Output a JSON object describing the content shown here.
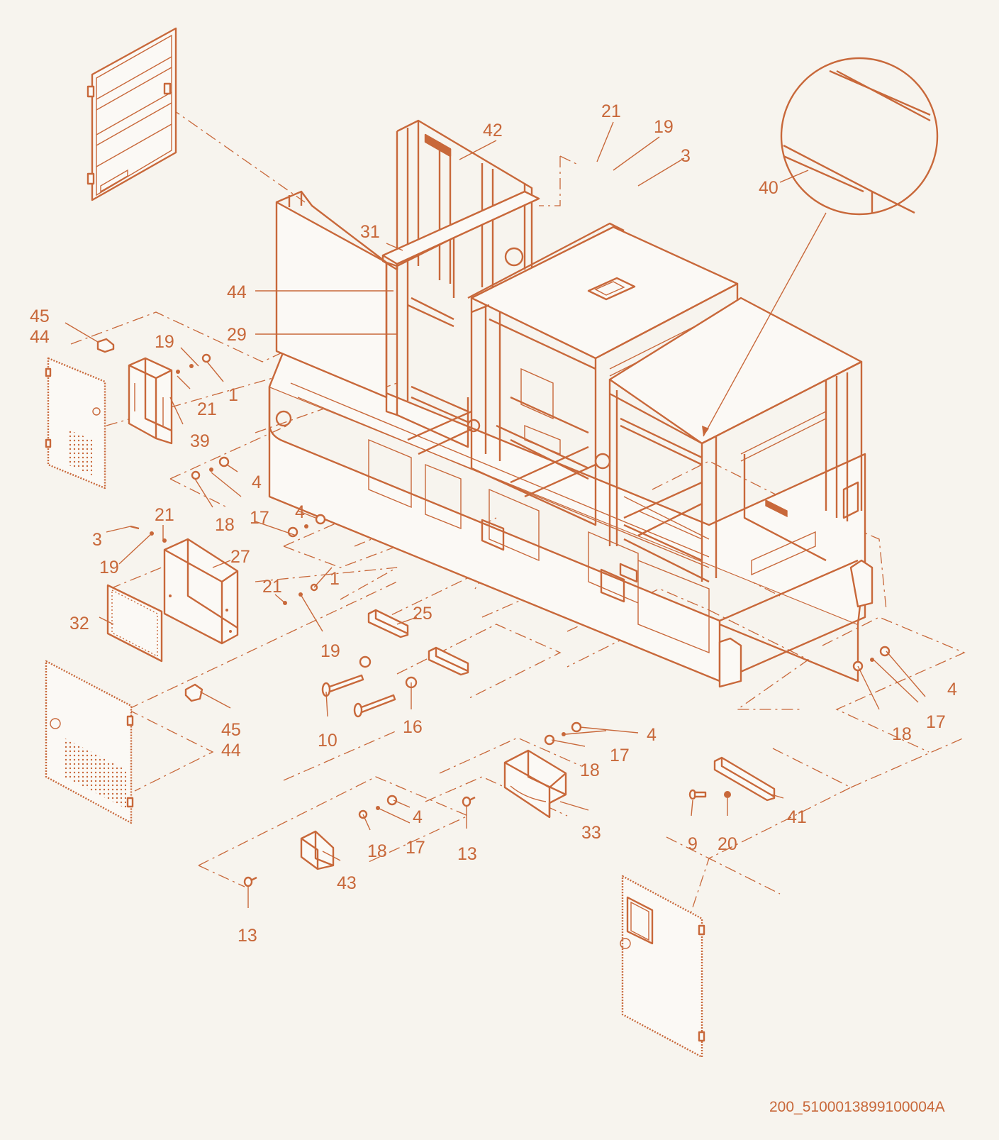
{
  "colors": {
    "line": "#c8683a",
    "background": "#f7f4ee"
  },
  "drawing_code": "200_5100013899100004A",
  "callouts": [
    "42",
    "31",
    "44",
    "29",
    "21",
    "19",
    "3",
    "40",
    "45",
    "44",
    "19",
    "21",
    "1",
    "39",
    "4",
    "17",
    "18",
    "4",
    "3",
    "21",
    "19",
    "27",
    "32",
    "21",
    "1",
    "19",
    "25",
    "10",
    "16",
    "45",
    "44",
    "4",
    "17",
    "18",
    "4",
    "17",
    "18",
    "9",
    "20",
    "41",
    "4",
    "17",
    "18",
    "13",
    "33",
    "13",
    "43"
  ]
}
